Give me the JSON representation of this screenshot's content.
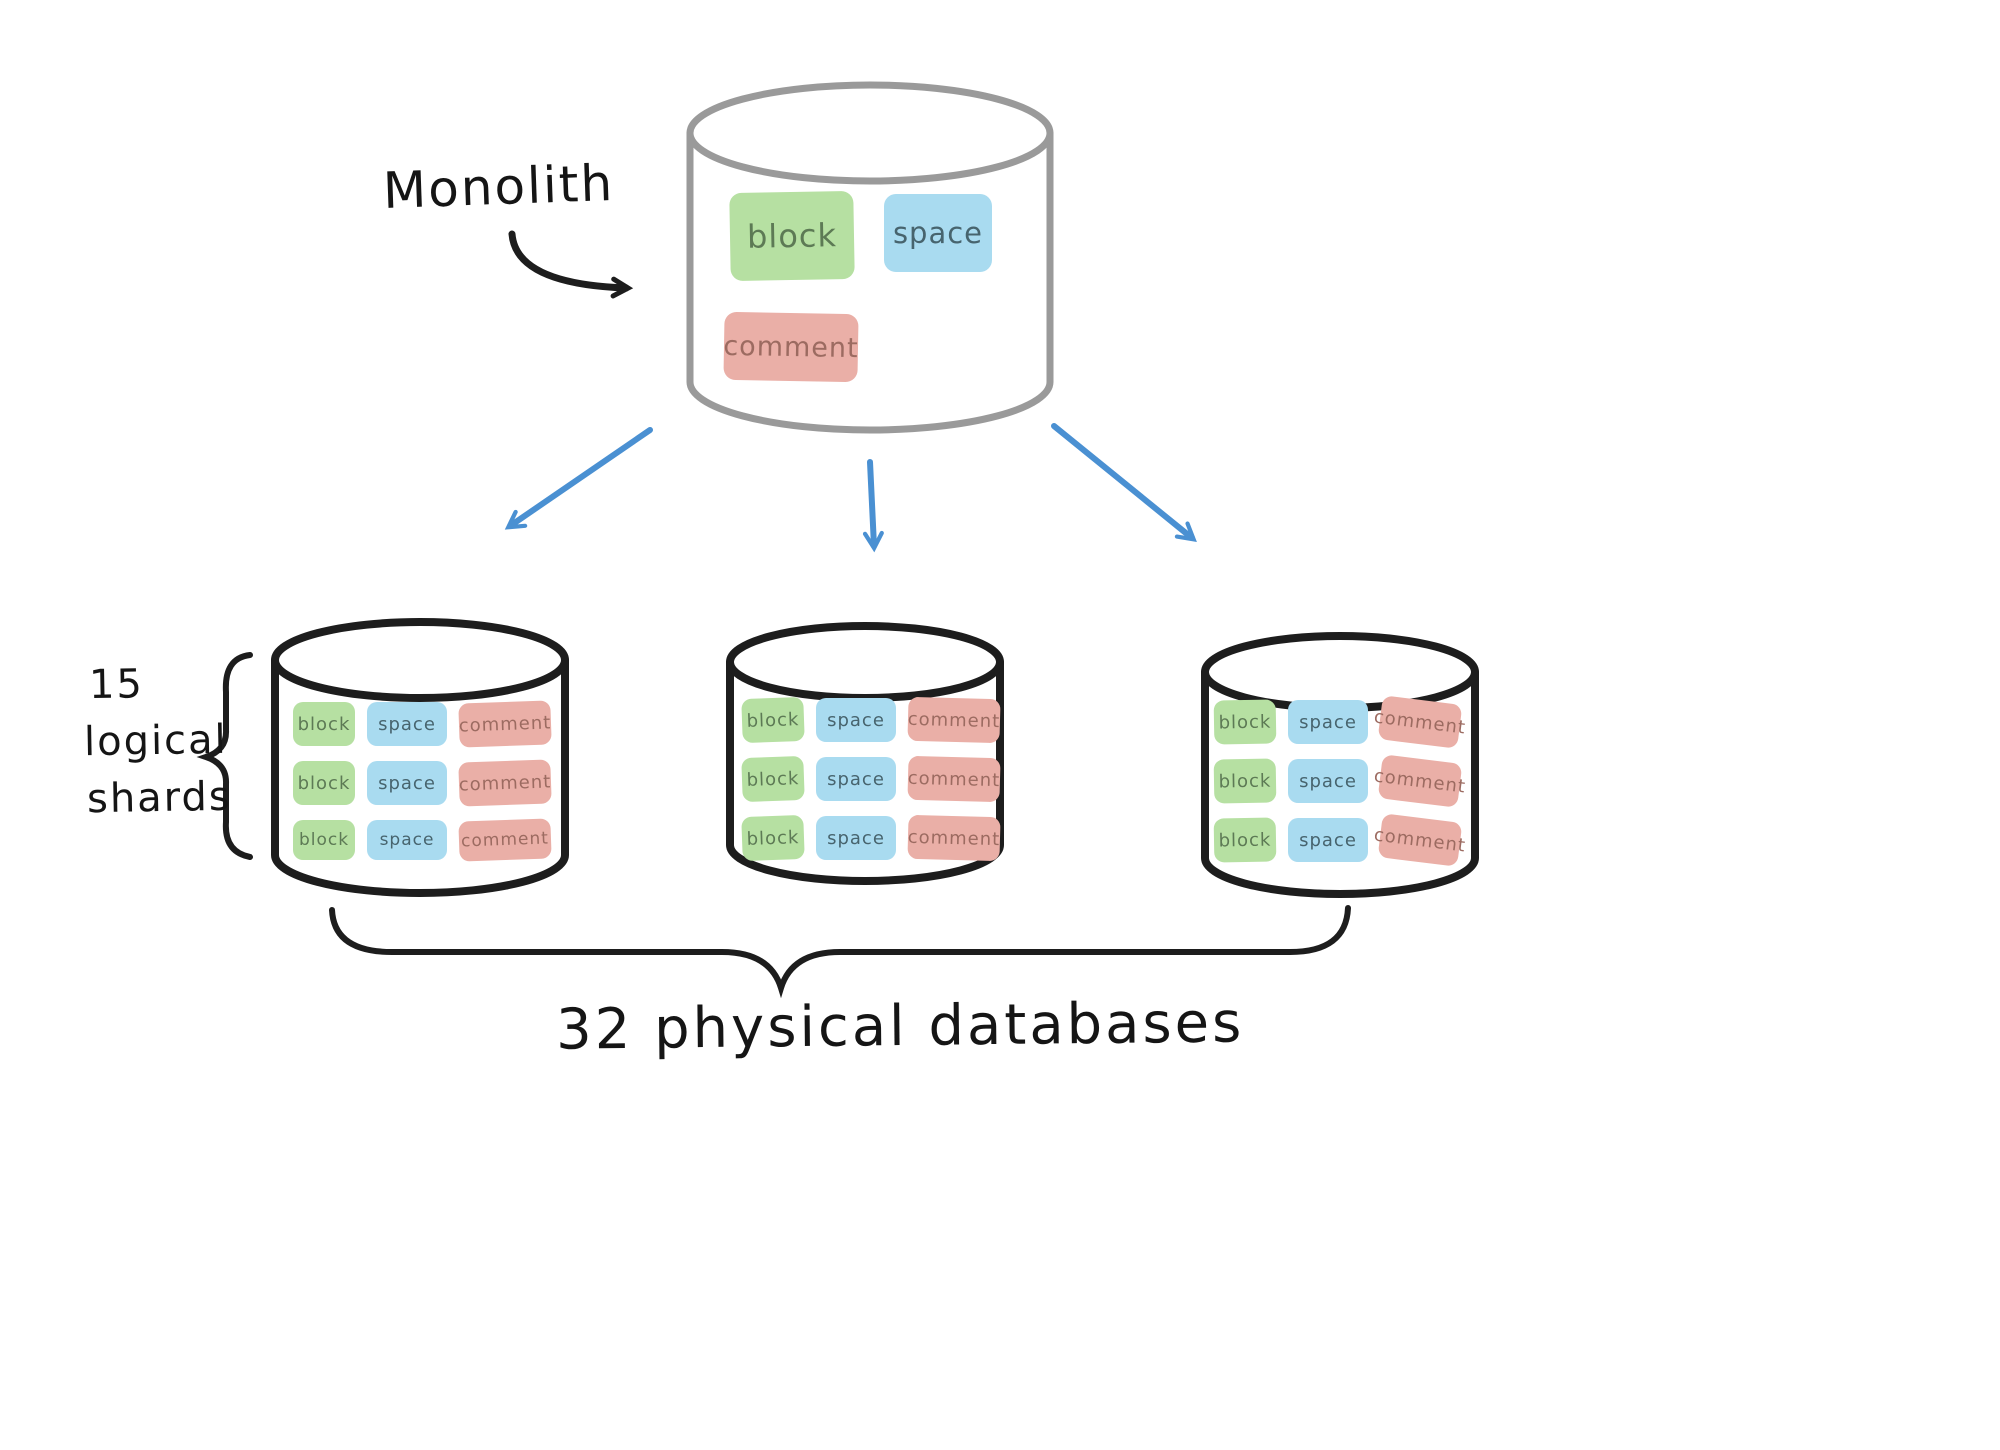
{
  "monolith": {
    "label": "Monolith"
  },
  "labels": {
    "block": "block",
    "space": "space",
    "comment": "comment"
  },
  "left_note": {
    "lines": [
      "15",
      "logical",
      "shards"
    ]
  },
  "bottom_note": {
    "text": "32 physical databases"
  },
  "colors": {
    "block_chip": "#b6e0a2",
    "space_chip": "#a9dbf0",
    "comment_chip": "#eaafa7",
    "arrow_blue": "#4a90d2",
    "ink_black": "#1d1d1d",
    "monolith_stroke": "#9a9a9a"
  }
}
